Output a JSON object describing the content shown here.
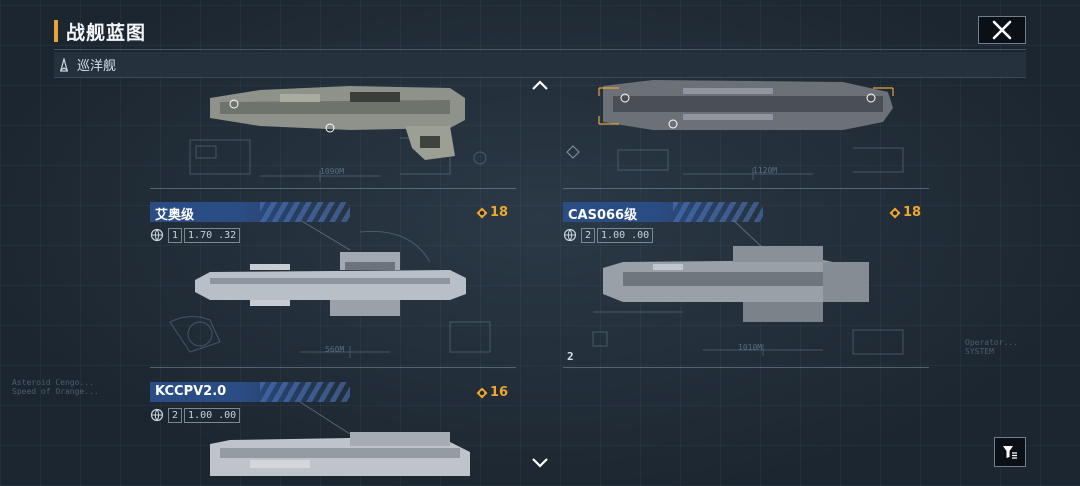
{
  "header": {
    "title": "战舰蓝图"
  },
  "category": {
    "label": "巡洋舰"
  },
  "cards": [
    {
      "name": "",
      "length_label": "1090M"
    },
    {
      "name": "",
      "length_label": "1120M"
    },
    {
      "name": "艾奥级",
      "cost": "18",
      "stat_tier": "1",
      "stat_values": "1.70  .32",
      "length_label": "560M"
    },
    {
      "name": "CAS066级",
      "cost": "18",
      "stat_tier": "2",
      "stat_values": "1.00  .00",
      "length_label": "1010M"
    },
    {
      "name": "KCCPV2.0",
      "cost": "16",
      "stat_tier": "2",
      "stat_values": "1.00  .00"
    }
  ],
  "icons": {
    "close": "close-icon",
    "category": "cruiser-icon",
    "scroll_up": "chevron-up-icon",
    "scroll_down": "chevron-down-icon",
    "filter": "filter-icon",
    "cost": "coin-icon",
    "stat": "globe-icon"
  },
  "colors": {
    "accent": "#e8a33a",
    "cost": "#efa72c",
    "namebar": "#2b4d86",
    "background": "#1f2a35"
  }
}
